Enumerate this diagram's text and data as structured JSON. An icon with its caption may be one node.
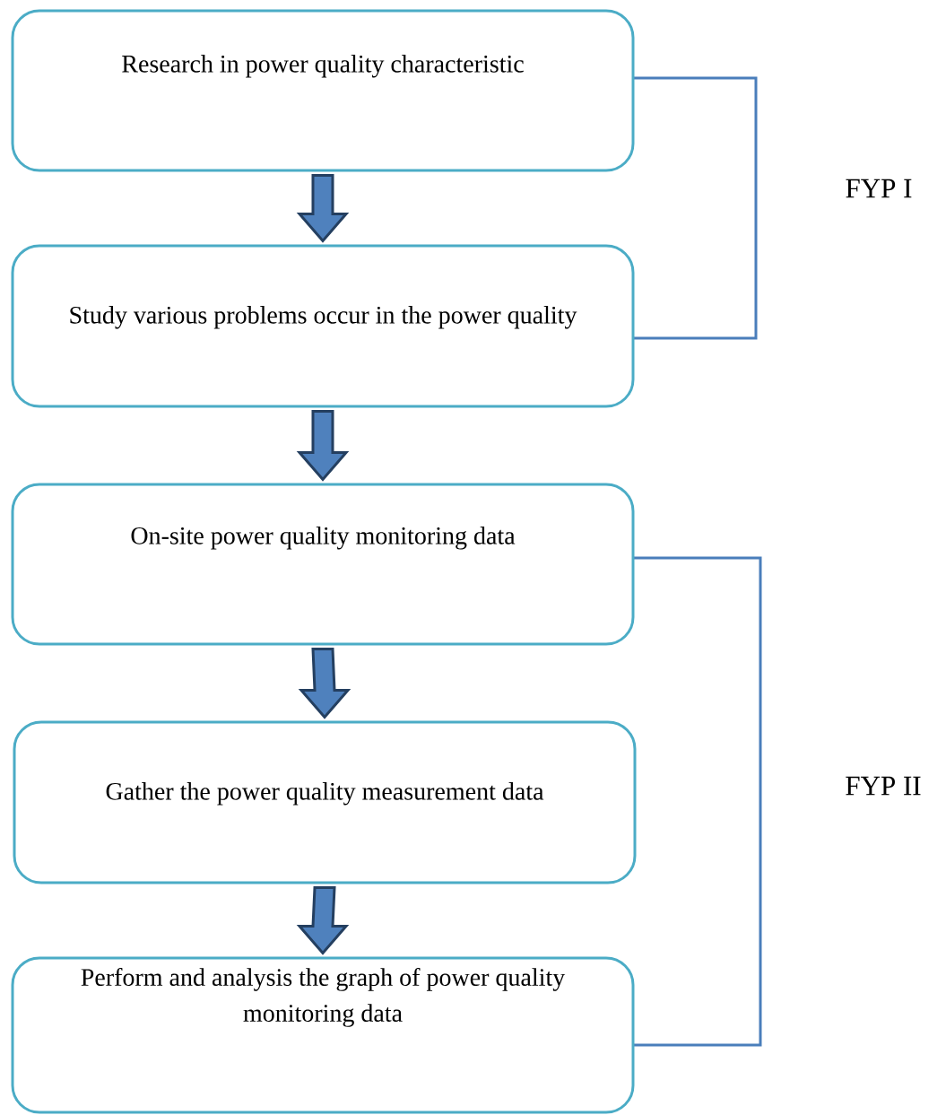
{
  "diagram": {
    "nodes": [
      {
        "text": [
          "Research in power quality characteristic"
        ]
      },
      {
        "text": [
          "Study various problems occur in the power quality"
        ]
      },
      {
        "text": [
          "On-site power quality monitoring data"
        ]
      },
      {
        "text": [
          "Gather the power quality measurement data"
        ]
      },
      {
        "text": [
          "Perform and analysis the graph of power quality monitoring data"
        ]
      }
    ],
    "edges": [
      {
        "from": 0,
        "to": 1,
        "arrow": "to"
      },
      {
        "from": 1,
        "to": 2,
        "arrow": "to"
      },
      {
        "from": 2,
        "to": 3,
        "arrow": "to"
      },
      {
        "from": 3,
        "to": 4,
        "arrow": "to"
      }
    ],
    "labels": [
      "FYP I",
      "FYP II"
    ]
  }
}
